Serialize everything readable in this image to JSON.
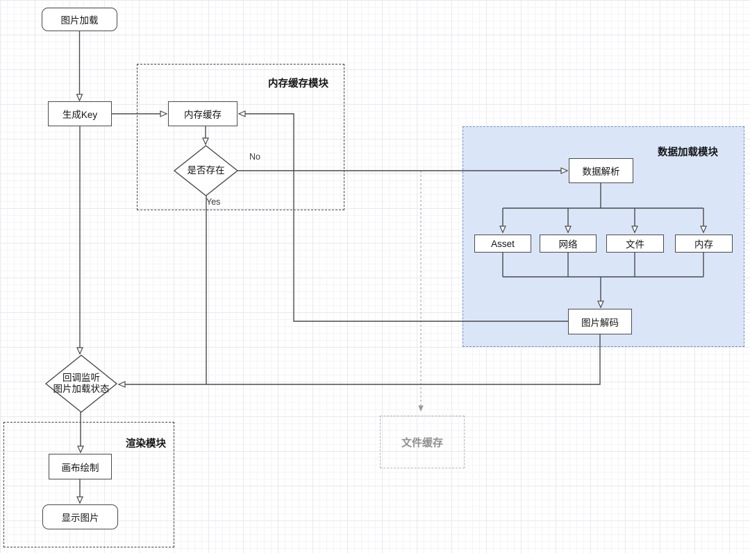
{
  "nodes": {
    "image_load": {
      "label": "图片加载"
    },
    "generate_key": {
      "label": "生成Key"
    },
    "memory_cache": {
      "label": "内存缓存"
    },
    "exists_check": {
      "label": "是否存在"
    },
    "data_parse": {
      "label": "数据解析"
    },
    "source_asset": {
      "label": "Asset"
    },
    "source_network": {
      "label": "网络"
    },
    "source_file": {
      "label": "文件"
    },
    "source_memory": {
      "label": "内存"
    },
    "image_decode": {
      "label": "图片解码"
    },
    "callback_listen": {
      "line1": "回调监听",
      "line2": "图片加载状态"
    },
    "canvas_draw": {
      "label": "画布绘制"
    },
    "display_image": {
      "label": "显示图片"
    },
    "file_cache": {
      "label": "文件缓存"
    }
  },
  "modules": {
    "memory_cache_module": {
      "title": "内存缓存模块"
    },
    "data_load_module": {
      "title": "数据加载模块"
    },
    "render_module": {
      "title": "渲染模块"
    }
  },
  "edge_labels": {
    "no": "No",
    "yes": "Yes"
  },
  "colors": {
    "stroke": "#4a4a4a",
    "data_module_fill": "#dae6f8",
    "data_module_border": "#7090c0",
    "file_cache_gray": "#8f8f8f"
  }
}
